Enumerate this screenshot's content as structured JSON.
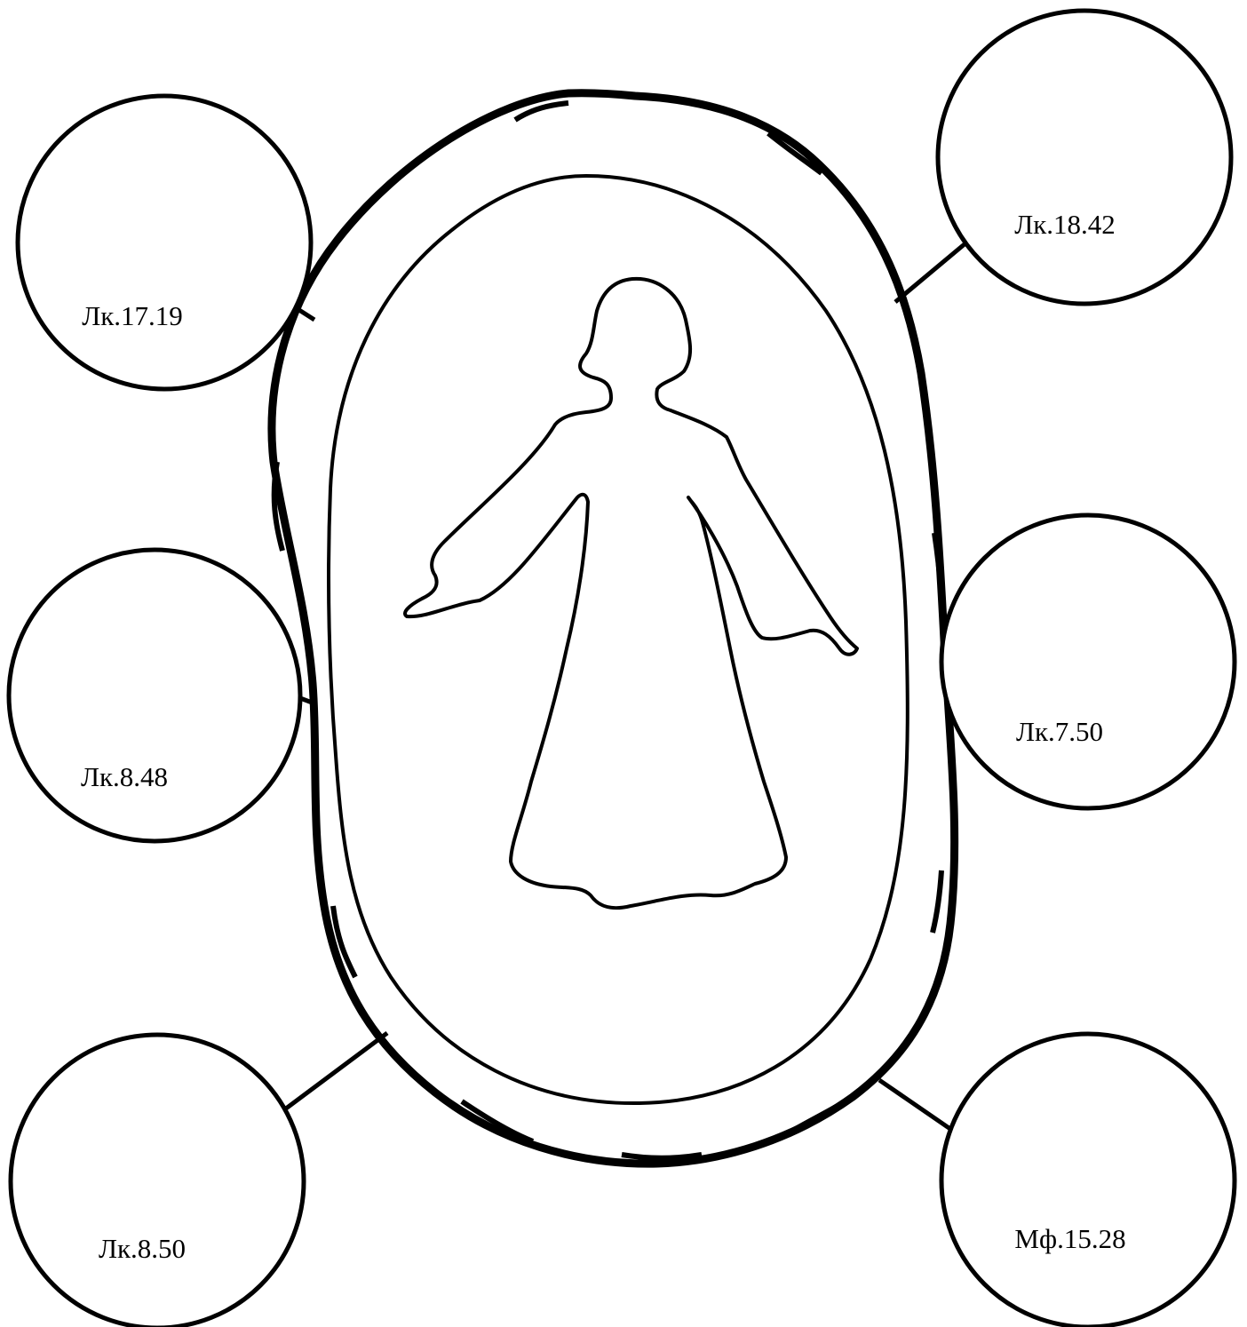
{
  "references": [
    {
      "id": "top-left",
      "label": "Лк.17.19"
    },
    {
      "id": "mid-left",
      "label": "Лк.8.48"
    },
    {
      "id": "bottom-left",
      "label": "Лк.8.50"
    },
    {
      "id": "top-right",
      "label": "Лк.18.42"
    },
    {
      "id": "mid-right",
      "label": "Лк.7.50"
    },
    {
      "id": "bottom-right",
      "label": "Мф.15.28"
    }
  ],
  "center": {
    "figure_icon": "robed-figure-outline-icon"
  },
  "colors": {
    "stroke": "#000000",
    "background": "#ffffff"
  }
}
